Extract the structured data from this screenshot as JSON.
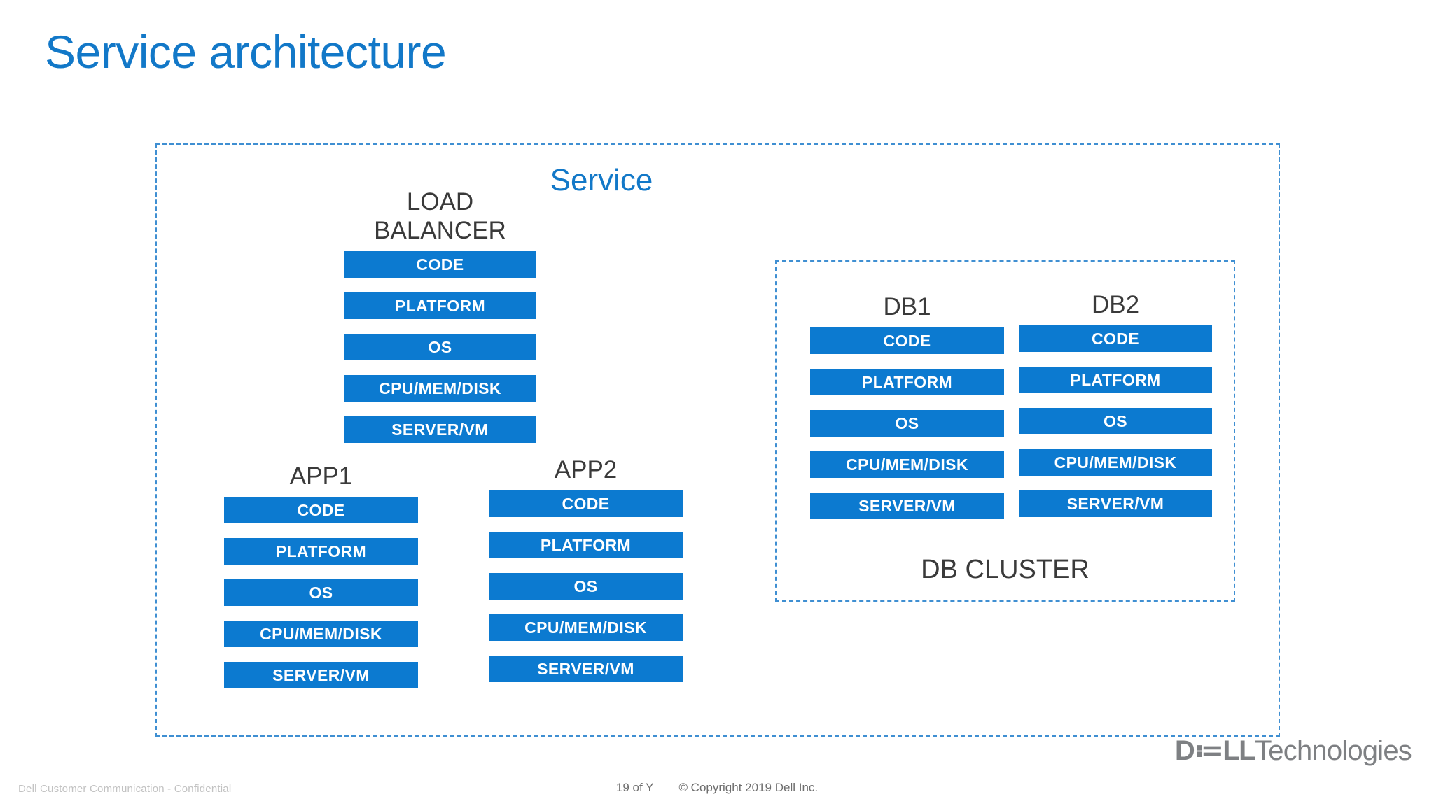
{
  "slide": {
    "title": "Service architecture",
    "accent_blue": "#1278C8",
    "bar_blue": "#0C7AD0",
    "dashed_border_blue": "#3F8FD2",
    "label_gray": "#3A3A3A"
  },
  "service_container": {
    "label": "Service"
  },
  "db_cluster_container": {
    "label": "DB CLUSTER"
  },
  "stacks": {
    "load_balancer": {
      "title": "LOAD\nBALANCER",
      "layers": [
        "CODE",
        "PLATFORM",
        "OS",
        "CPU/MEM/DISK",
        "SERVER/VM"
      ]
    },
    "app1": {
      "title": "APP1",
      "layers": [
        "CODE",
        "PLATFORM",
        "OS",
        "CPU/MEM/DISK",
        "SERVER/VM"
      ]
    },
    "app2": {
      "title": "APP2",
      "layers": [
        "CODE",
        "PLATFORM",
        "OS",
        "CPU/MEM/DISK",
        "SERVER/VM"
      ]
    },
    "db1": {
      "title": "DB1",
      "layers": [
        "CODE",
        "PLATFORM",
        "OS",
        "CPU/MEM/DISK",
        "SERVER/VM"
      ]
    },
    "db2": {
      "title": "DB2",
      "layers": [
        "CODE",
        "PLATFORM",
        "OS",
        "CPU/MEM/DISK",
        "SERVER/VM"
      ]
    }
  },
  "footer": {
    "confidential": "Dell Customer Communication - Confidential",
    "page_number": "19 of Y",
    "copyright": "© Copyright 2019 Dell Inc.",
    "logo_primary": "D≔LL",
    "logo_secondary": "Technologies"
  }
}
